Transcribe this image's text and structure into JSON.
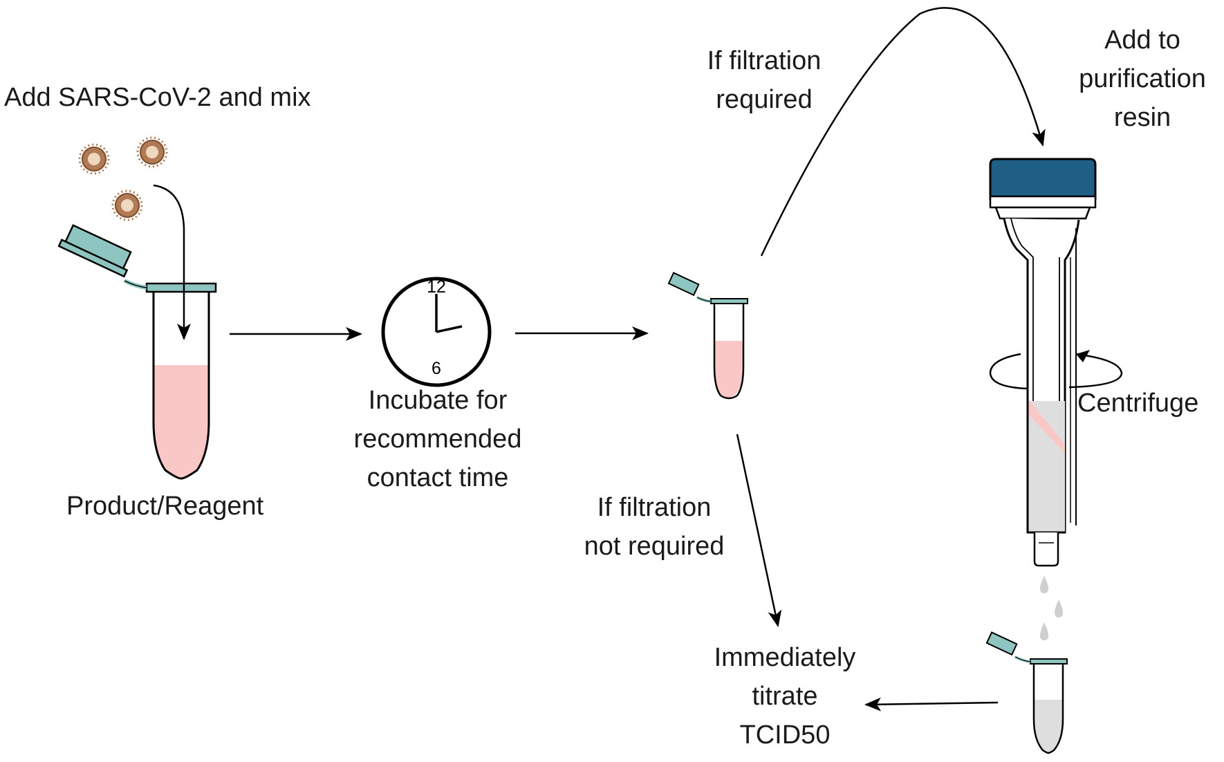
{
  "labels": {
    "add_virus": "Add SARS-CoV-2 and mix",
    "product_reagent": "Product/Reagent",
    "incubate": [
      "Incubate for",
      "recommended",
      "contact time"
    ],
    "filtration_required": [
      "If filtration",
      "required"
    ],
    "add_resin": [
      "Add to",
      "purification",
      "resin"
    ],
    "centrifuge": "Centrifuge",
    "filtration_not_required": [
      "If filtration",
      "not required"
    ],
    "titrate": [
      "Immediately",
      "titrate",
      "TCID50"
    ]
  },
  "clock": {
    "top_numeral": "12",
    "bottom_numeral": "6"
  },
  "colors": {
    "tube_cap": "#8ec5c0",
    "liquid_pink": "#f9c8c6",
    "liquid_grey": "#dedede",
    "column_cap": "#1f5f86",
    "virus_body": "#b07a55",
    "stroke": "#000000"
  }
}
